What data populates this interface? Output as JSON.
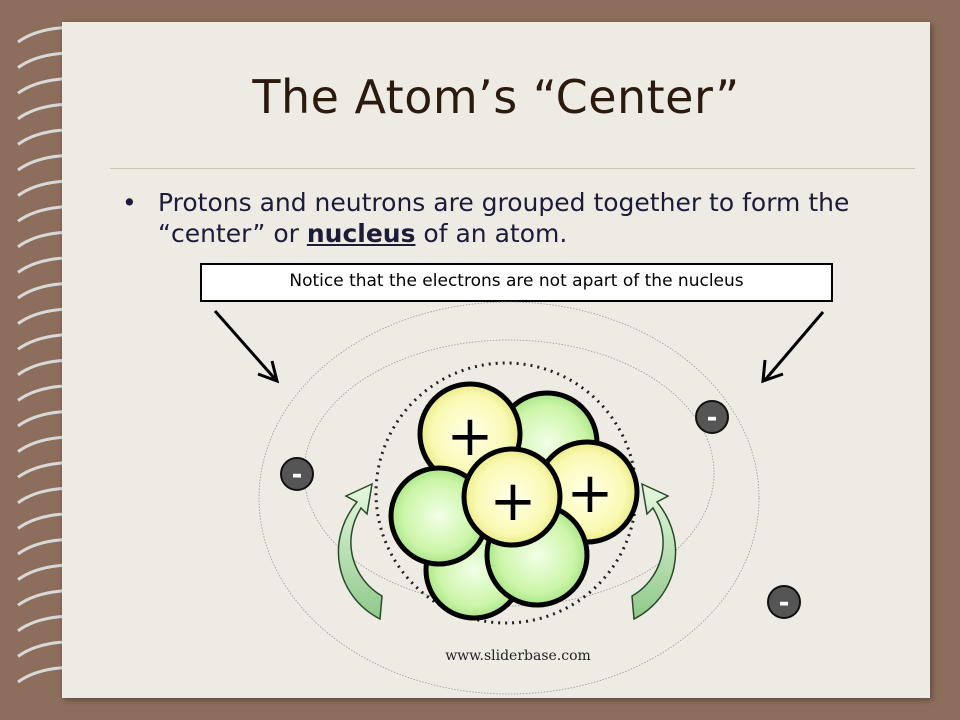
{
  "slide": {
    "title": "The Atom’s “Center”",
    "bullet_marker": "•",
    "bullet_text_part1": "Protons and neutrons are grouped together to form the “center” or ",
    "bullet_keyword": "nucleus",
    "bullet_text_part2": " of an atom.",
    "notice": "Notice that the electrons are not apart of the nucleus",
    "website": "www.sliderbase.com"
  },
  "diagram": {
    "proton_symbol": "+",
    "electron_symbol": "-",
    "colors": {
      "proton_fill": "#fafab4",
      "neutron_fill": "#ccf5a8",
      "electron_fill": "#555555",
      "arrow_fill": "#a8d8a0",
      "background": "#eeebe4",
      "spiral_bg": "#8d6e5c"
    }
  }
}
